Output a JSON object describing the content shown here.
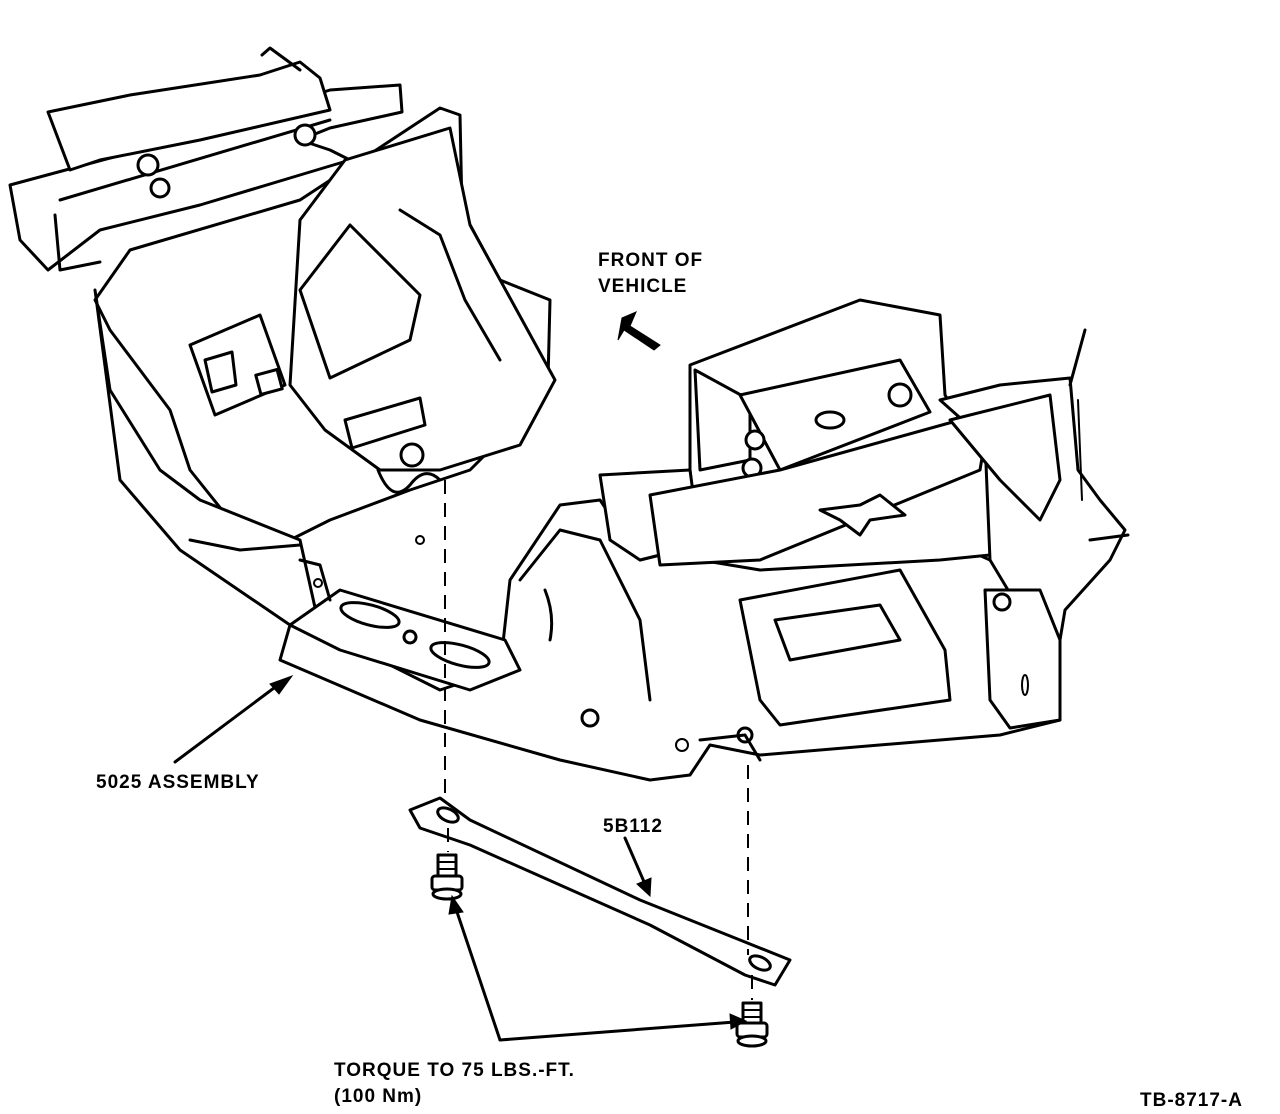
{
  "labels": {
    "front_of_vehicle_line1": "FRONT OF",
    "front_of_vehicle_line2": "VEHICLE",
    "assembly": "5025 ASSEMBLY",
    "brace": "5B112",
    "torque_line1": "TORQUE TO 75 LBS.-FT.",
    "torque_line2": "(100 Nm)",
    "figure_id": "TB-8717-A"
  }
}
